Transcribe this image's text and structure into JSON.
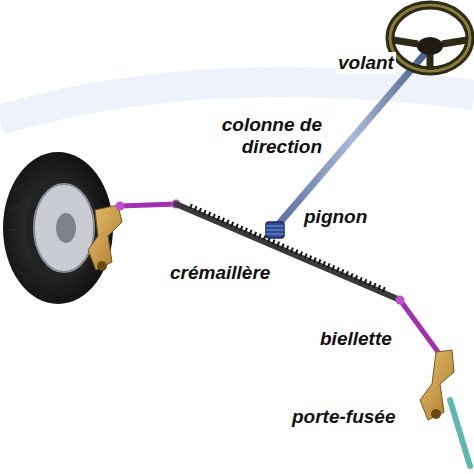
{
  "diagram": {
    "labels": [
      "volant",
      "colonne de direction",
      "pignon",
      "crémaillère",
      "biellette",
      "porte-fusée"
    ]
  }
}
